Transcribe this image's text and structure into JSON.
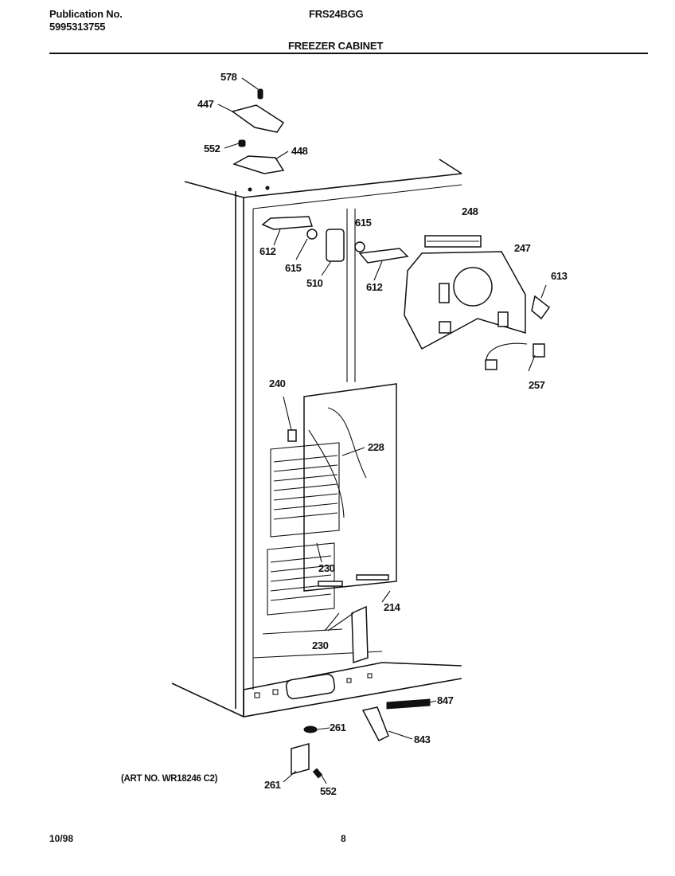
{
  "header": {
    "publication_label": "Publication No.",
    "publication_number": "5995313755",
    "model": "FRS24BGG",
    "section_title": "FREEZER CABINET"
  },
  "diagram": {
    "callouts": {
      "c578": "578",
      "c447": "447",
      "c552_top": "552",
      "c448": "448",
      "c248": "248",
      "c247": "247",
      "c613": "613",
      "c615_right": "615",
      "c612_left": "612",
      "c615_left": "615",
      "c510": "510",
      "c612_right": "612",
      "c257": "257",
      "c240": "240",
      "c228": "228",
      "c230_upper": "230",
      "c214": "214",
      "c230_lower": "230",
      "c847": "847",
      "c261_right": "261",
      "c843": "843",
      "c261_left": "261",
      "c552_bottom": "552"
    },
    "art_number": "(ART NO. WR18246 C2)"
  },
  "footer": {
    "date": "10/98",
    "page": "8"
  }
}
